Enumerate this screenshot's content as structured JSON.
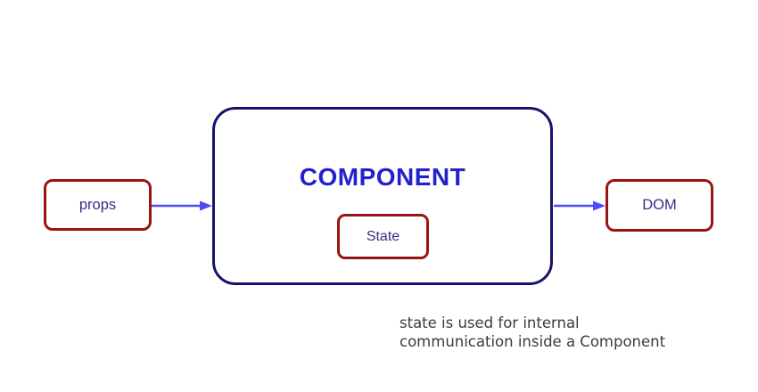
{
  "diagram": {
    "component": {
      "title": "COMPONENT"
    },
    "state_box": {
      "label": "State"
    },
    "props_box": {
      "label": "props"
    },
    "dom_box": {
      "label": "DOM"
    },
    "arrows": [
      {
        "name": "props-to-component",
        "direction": "right"
      },
      {
        "name": "component-to-dom",
        "direction": "right"
      }
    ],
    "caption": {
      "line1": "state is used for internal",
      "line2": "communication inside a Component"
    },
    "colors": {
      "box_border_red": "#991414",
      "component_border": "#15156b",
      "component_title": "#2222cc",
      "label_text": "#3d2b85",
      "arrow": "#4c4cf0",
      "caption_text": "#3b3b3b"
    }
  }
}
